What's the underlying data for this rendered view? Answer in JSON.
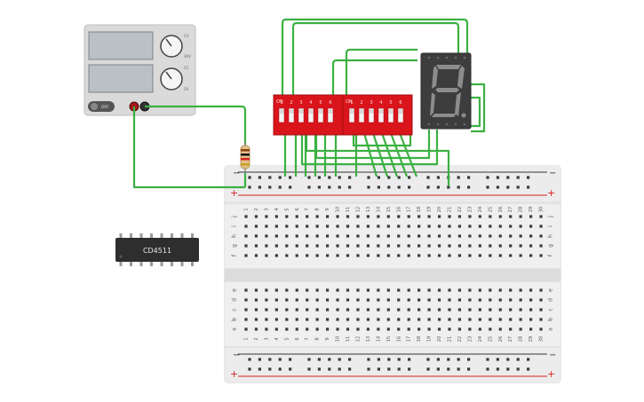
{
  "power_supply": {
    "off_label": "OFF",
    "knob_labels": [
      "CV",
      "CC"
    ],
    "scale_labels": [
      "30V",
      "5A"
    ]
  },
  "dip_switch": {
    "on_label": "ON",
    "positions": [
      "1",
      "2",
      "3",
      "4",
      "5",
      "6"
    ]
  },
  "ic": {
    "label": "CD4511"
  },
  "display": {
    "digit": "8"
  },
  "breadboard": {
    "row_letters_top": [
      "j",
      "i",
      "h",
      "g",
      "f"
    ],
    "row_letters_bottom": [
      "e",
      "d",
      "c",
      "b",
      "a"
    ],
    "columns": [
      "1",
      "2",
      "3",
      "4",
      "5",
      "6",
      "7",
      "8",
      "9",
      "10",
      "11",
      "12",
      "13",
      "14",
      "15",
      "16",
      "17",
      "18",
      "19",
      "20",
      "21",
      "22",
      "23",
      "24",
      "25",
      "26",
      "27",
      "28",
      "29",
      "30"
    ],
    "rail_minus": "−",
    "rail_plus": "+"
  },
  "colors": {
    "wire": "#3cb043",
    "dip_body": "#d9151b",
    "display_body": "#3d3d3d",
    "board": "#e9e9e9",
    "rail_red": "#d82020",
    "rail_dark": "#333333"
  }
}
